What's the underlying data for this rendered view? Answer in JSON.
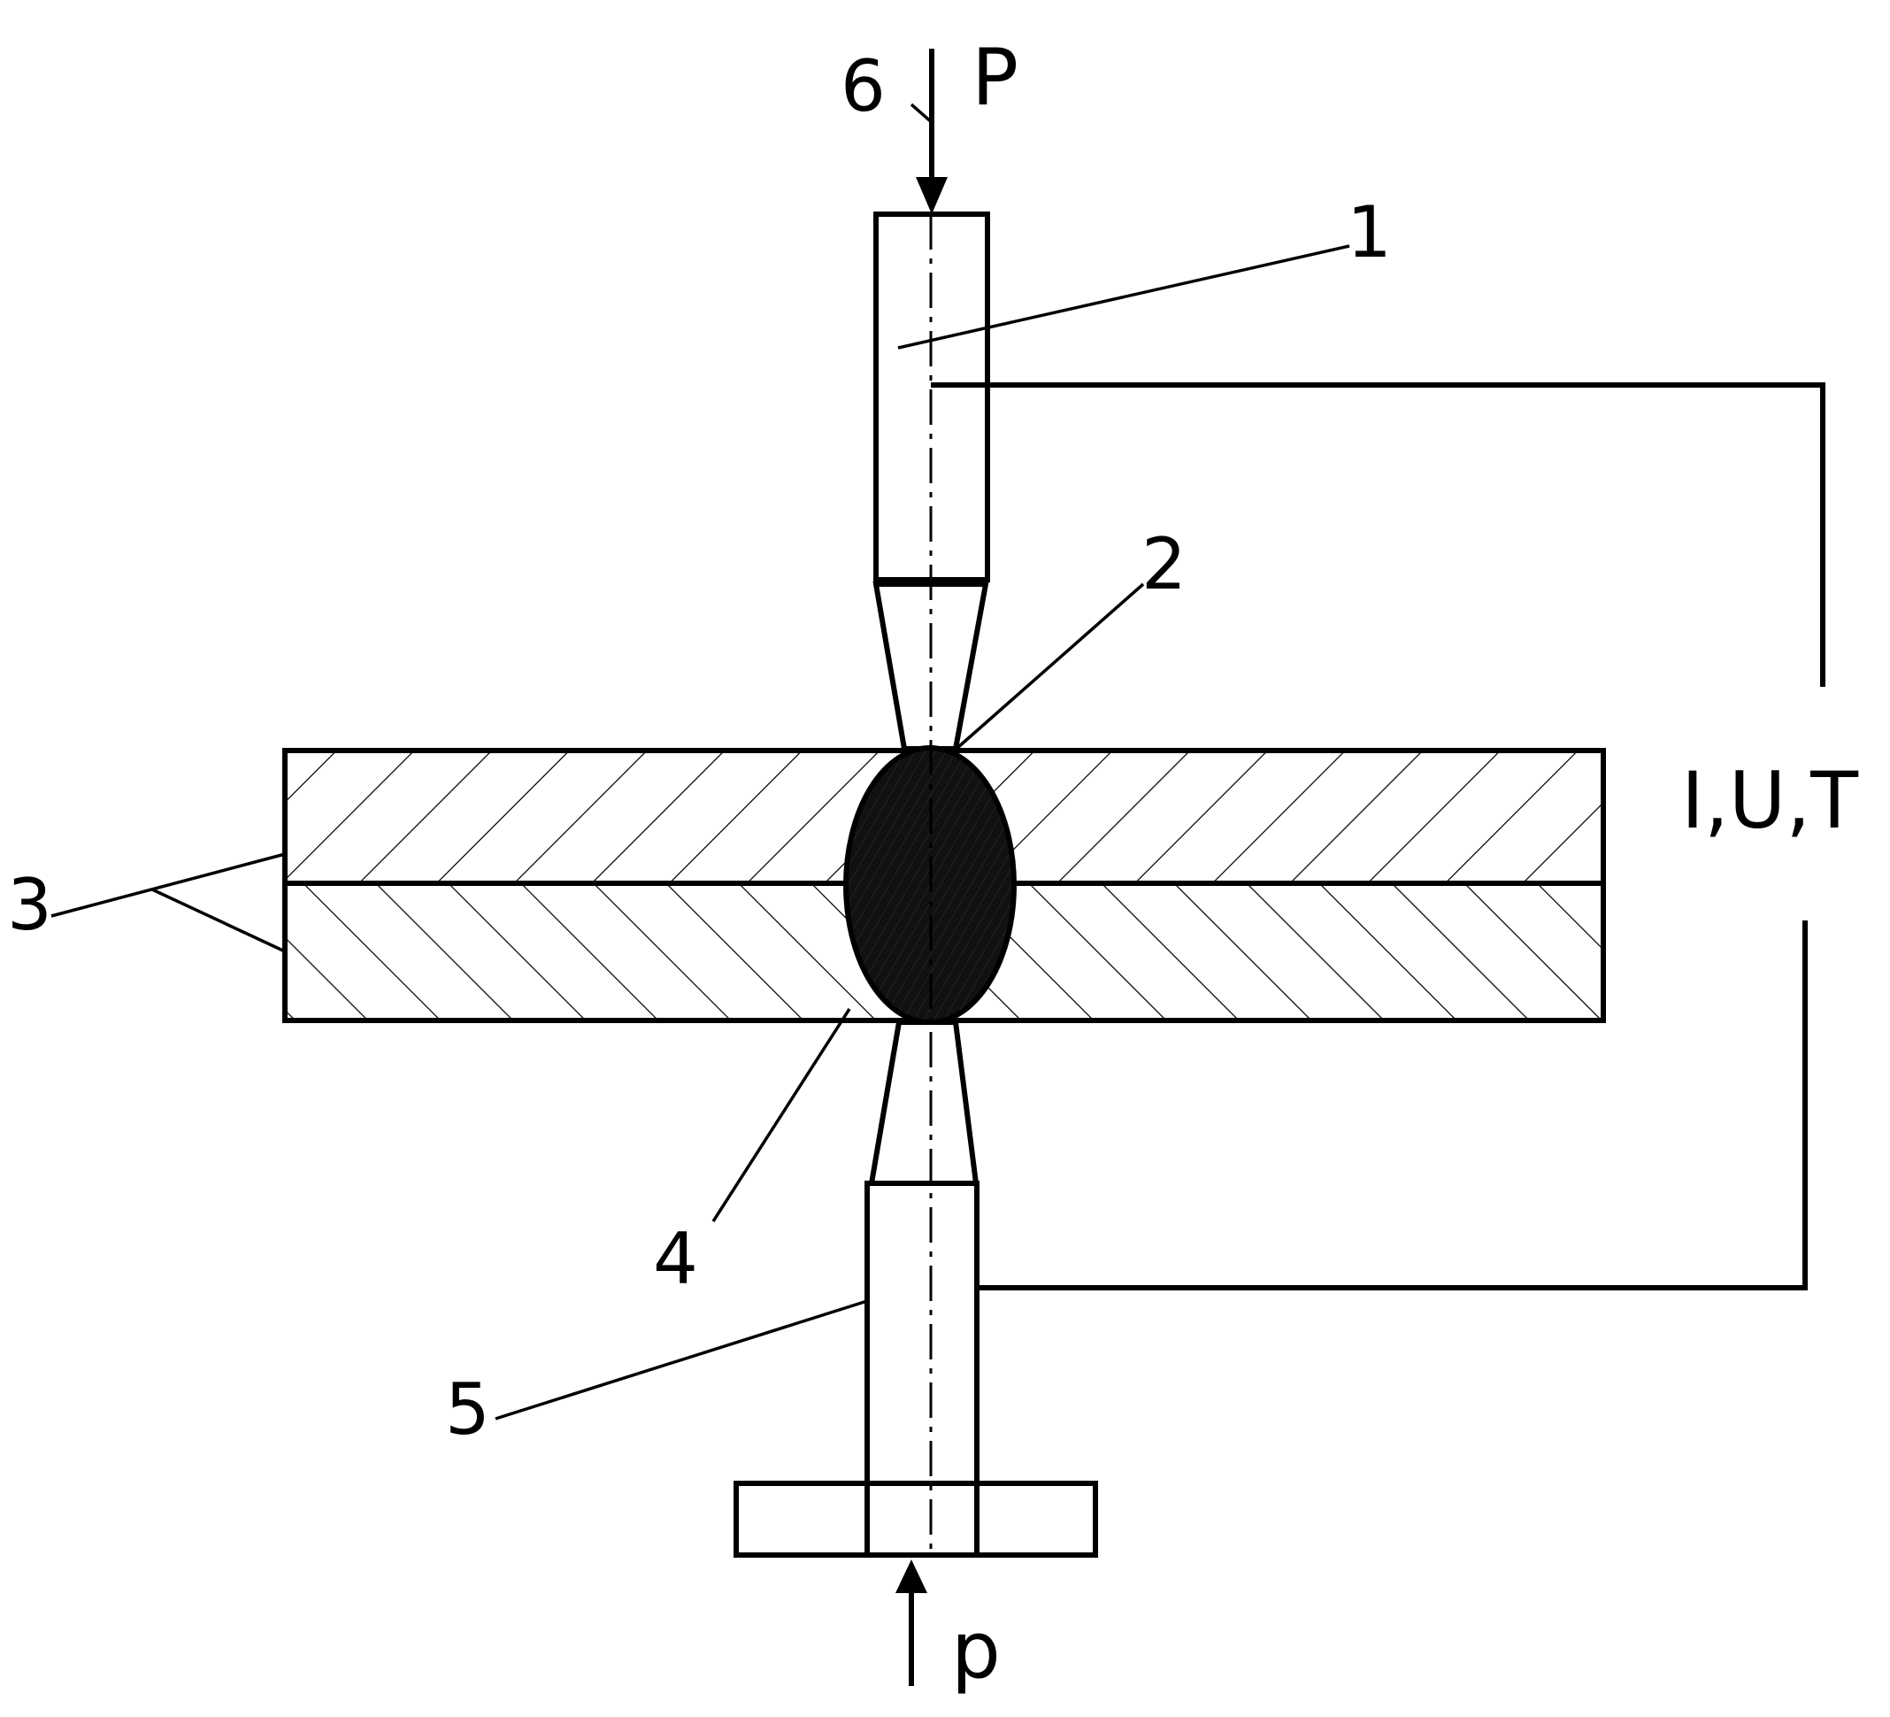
{
  "labels": {
    "upper_electrode": "1",
    "contact_point": "2",
    "sheets": "3",
    "weld_nugget": "4",
    "lower_electrode": "5",
    "force_top_ref": "6",
    "force_top": "P",
    "force_bottom": "p",
    "parameters": "I,U,T"
  },
  "colors": {
    "ink": "#000000",
    "background": "#ffffff"
  }
}
